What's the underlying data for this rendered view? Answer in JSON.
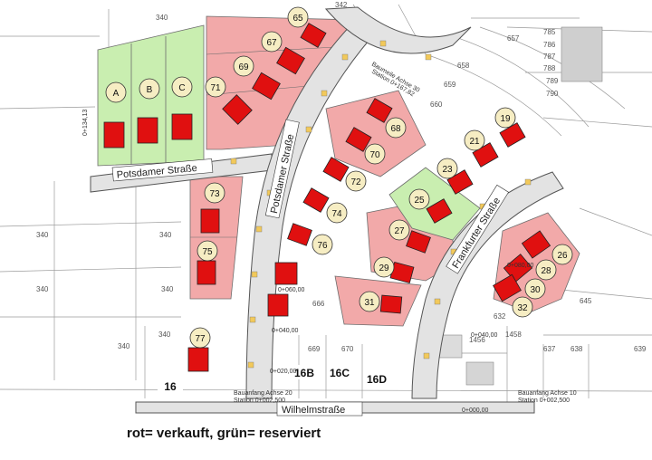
{
  "colors": {
    "sold": "#f2a9a9",
    "reserved": "#c9eeb0",
    "road": "#e3e3e3",
    "roadEdge": "#555555",
    "roadAccent": "#f2c95a",
    "house": "#e01010",
    "circle": "#f6edc3"
  },
  "streets": {
    "potsdamer_left": "Potsdamer Straße",
    "potsdamer_vertical": "Potsdamer Straße",
    "frankfurter": "Frankfurter Straße",
    "wilhelm": "Wilhelmstraße"
  },
  "legend": "rot= verkauft, grün= reserviert",
  "annotations": {
    "bauanfang_20": "Bauanfang Achse 20",
    "station_20": "Station 0+002,500",
    "bauanfang_10": "Bauanfang Achse 10",
    "station_10": "Station 0+002,500",
    "achse30_title": "Baumeile Achse 30",
    "achse30_station": "Station 0+167,82",
    "station_080": "0+080,00",
    "station_060": "0+060,00",
    "station_040": "0+040,00",
    "station_020": "0+020,00",
    "station_000": "0+000,00",
    "station_0040": "0+040,00",
    "station_0080": "0+080,00",
    "station_left": "0+134,13"
  },
  "parcel_numbers": [
    "340",
    "340",
    "340",
    "340",
    "340",
    "340",
    "340",
    "342",
    "657",
    "785",
    "786",
    "787",
    "788",
    "789",
    "790",
    "659",
    "660",
    "658",
    "632",
    "645",
    "637",
    "638",
    "639",
    "670",
    "669",
    "666",
    "1456",
    "1458"
  ],
  "lots": [
    {
      "id": "A",
      "status": "reserved",
      "label": "A"
    },
    {
      "id": "B",
      "status": "reserved",
      "label": "B"
    },
    {
      "id": "C",
      "status": "reserved",
      "label": "C"
    },
    {
      "id": "65",
      "status": "sold",
      "label": "65"
    },
    {
      "id": "67",
      "status": "sold",
      "label": "67"
    },
    {
      "id": "69",
      "status": "sold",
      "label": "69"
    },
    {
      "id": "71",
      "status": "sold",
      "label": "71"
    },
    {
      "id": "68",
      "status": "sold",
      "label": "68"
    },
    {
      "id": "70",
      "status": "sold",
      "label": "70"
    },
    {
      "id": "72",
      "status": "sold",
      "label": "72"
    },
    {
      "id": "74",
      "status": "sold",
      "label": "74"
    },
    {
      "id": "76",
      "status": "sold",
      "label": "76"
    },
    {
      "id": "73",
      "status": "sold",
      "label": "73"
    },
    {
      "id": "75",
      "status": "sold",
      "label": "75"
    },
    {
      "id": "77",
      "status": "sold",
      "label": "77"
    },
    {
      "id": "19",
      "status": "sold",
      "label": "19"
    },
    {
      "id": "21",
      "status": "sold",
      "label": "21"
    },
    {
      "id": "23",
      "status": "sold",
      "label": "23"
    },
    {
      "id": "25",
      "status": "reserved",
      "label": "25"
    },
    {
      "id": "27",
      "status": "sold",
      "label": "27"
    },
    {
      "id": "29",
      "status": "sold",
      "label": "29"
    },
    {
      "id": "31",
      "status": "sold",
      "label": "31"
    },
    {
      "id": "26",
      "status": "sold",
      "label": "26"
    },
    {
      "id": "28",
      "status": "sold",
      "label": "28"
    },
    {
      "id": "30",
      "status": "sold",
      "label": "30"
    },
    {
      "id": "32",
      "status": "sold",
      "label": "32"
    },
    {
      "id": "16",
      "status": "open",
      "label": "16"
    },
    {
      "id": "16B",
      "status": "open",
      "label": "16B"
    },
    {
      "id": "16C",
      "status": "open",
      "label": "16C"
    },
    {
      "id": "16D",
      "status": "open",
      "label": "16D"
    }
  ]
}
